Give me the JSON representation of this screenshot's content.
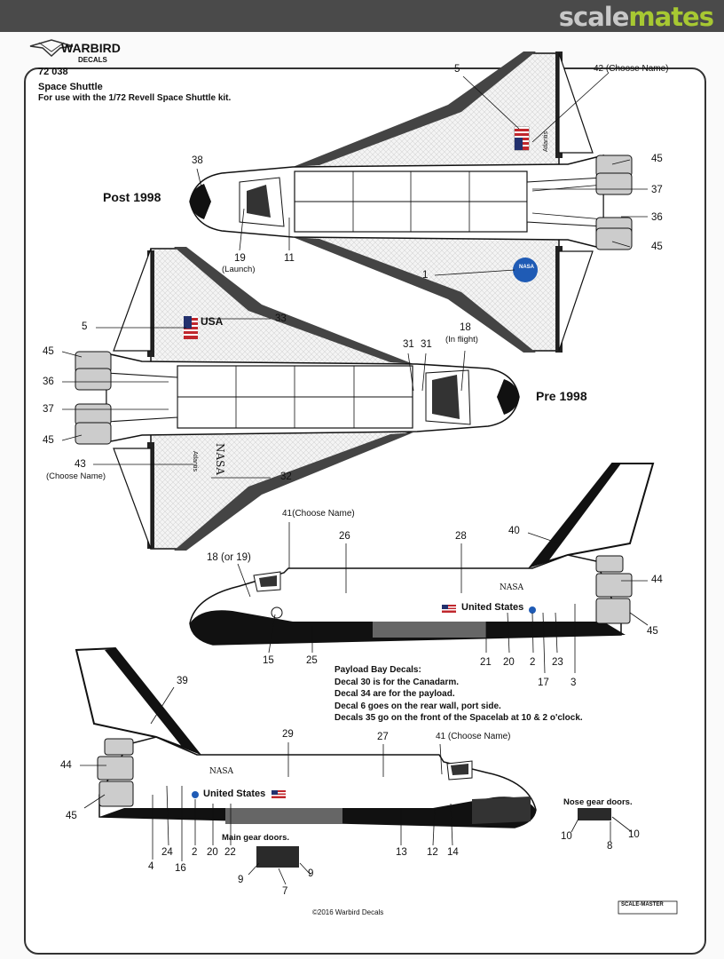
{
  "site": {
    "brand_a": "scale",
    "brand_b": "mates"
  },
  "header": {
    "logo_text": "WARBIRD",
    "logo_sub": "DECALS",
    "code": "72 038",
    "title": "Space Shuttle",
    "subtitle": "For use with the 1/72 Revell Space Shuttle kit."
  },
  "views": {
    "post1998": "Post 1998",
    "pre1998": "Pre 1998"
  },
  "decal_text": {
    "usa": "USA",
    "atlantis": "Atlantis",
    "nasa": "NASA",
    "united_states": "United States"
  },
  "labels": {
    "l5a": "5",
    "l42": "42 (Choose Name)",
    "l45a": "45",
    "l37a": "37",
    "l36a": "36",
    "l45b": "45",
    "l38": "38",
    "l19": "19",
    "l19sub": "(Launch)",
    "l11": "11",
    "l1": "1",
    "l5b": "5",
    "l33": "33",
    "l18": "18",
    "l18sub": "(In flight)",
    "l31a": "31",
    "l31b": "31",
    "l45c": "45",
    "l36b": "36",
    "l37b": "37",
    "l45d": "45",
    "l43": "43",
    "l43sub": "(Choose Name)",
    "l32": "32",
    "l41a": "41(Choose Name)",
    "l26": "26",
    "l28": "28",
    "l40": "40",
    "l18or19": "18 (or 19)",
    "l44a": "44",
    "l45e": "45",
    "l15": "15",
    "l25": "25",
    "l21": "21",
    "l20a": "20",
    "l2a": "2",
    "l23": "23",
    "l17": "17",
    "l3": "3",
    "l39": "39",
    "l29": "29",
    "l27": "27",
    "l41b": "41 (Choose Name)",
    "l44b": "44",
    "l45f": "45",
    "l4": "4",
    "l24": "24",
    "l16": "16",
    "l2b": "2",
    "l20b": "20",
    "l22": "22",
    "l13": "13",
    "l12": "12",
    "l14": "14",
    "l9a": "9",
    "l9b": "9",
    "l7": "7",
    "l10a": "10",
    "l10b": "10",
    "l8": "8"
  },
  "notes": {
    "title": "Payload Bay Decals:",
    "line1": "Decal 30 is for the Canadarm.",
    "line2": "Decal 34 are for the payload.",
    "line3": "Decal 6 goes on the rear wall, port side.",
    "line4": "Decals 35 go on the front of the Spacelab at 10 & 2 o'clock."
  },
  "parts": {
    "nose_gear": "Nose gear doors.",
    "main_gear": "Main gear doors."
  },
  "footer": {
    "copyright": "©2016 Warbird Decals",
    "scalemaster": "SCALE-MASTER"
  },
  "colors": {
    "black": "#111111",
    "flag_red": "#c0272d",
    "flag_blue": "#23316e",
    "nasa_blue": "#1f5bb5"
  }
}
